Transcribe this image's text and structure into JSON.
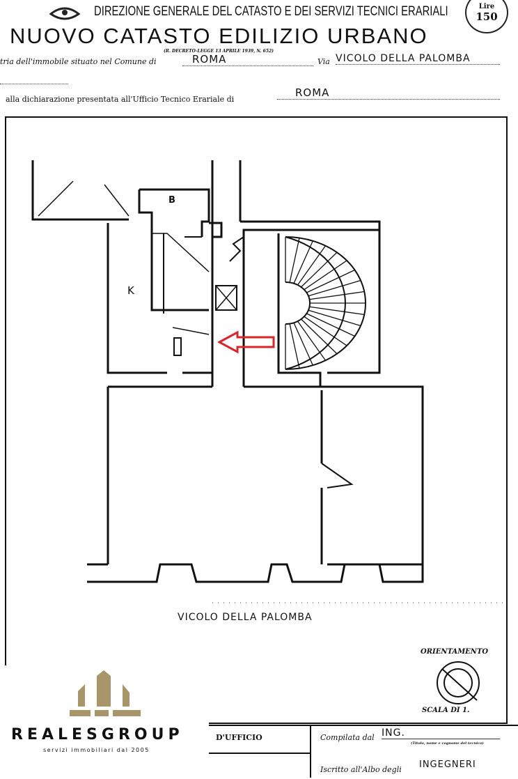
{
  "header": {
    "agency": "DIREZIONE GENERALE DEL CATASTO E DEI SERVIZI TECNICI ERARIALI",
    "title": "NUOVO CATASTO EDILIZIO URBANO",
    "decree": "(R. DECRETO-LEGGE 13 APRILE 1939, N. 652)",
    "stamp_top": "Lire",
    "stamp_value": "150"
  },
  "fields": {
    "comune_label": "tria dell'immobile situato nel Comune di",
    "comune_value": "ROMA",
    "via_label": "Via",
    "via_value": "VICOLO DELLA PALOMBA",
    "ufficio_label": "alla dichiarazione presentata all'Ufficio Tecnico Erariale di",
    "ufficio_value": "ROMA"
  },
  "plan": {
    "room_b": "B",
    "room_k": "K",
    "street": "VICOLO DELLA PALOMBA",
    "orientation": "ORIENTAMENTO",
    "scale": "SCALA DI 1."
  },
  "footer": {
    "office": "D'UFFICIO",
    "compiled_label": "Compilata dal",
    "compiled_value": "ING.",
    "compiled_hint": "(Titolo, nome e cognome del tecnico)",
    "registered_label": "Iscritto all'Albo degli",
    "registered_value": "INGEGNERI"
  },
  "logo": {
    "name": "REALESGROUP",
    "tagline": "servizi immobiliari dal 2005",
    "color": "#A8956A"
  },
  "marker_color": "#D8262B"
}
